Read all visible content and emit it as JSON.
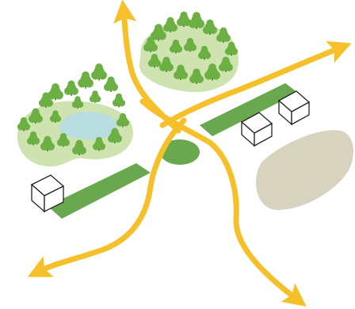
{
  "colors": {
    "background": "#ffffff",
    "path": "#f6c02a",
    "field": "#6aa84f",
    "forest_light": "#cfe3b0",
    "tree": "#6cb043",
    "tree_dark": "#3f7f2a",
    "pond": "#b7dde0",
    "building_fill": "#ffffff",
    "building_stroke": "#222222",
    "sand_area": "#d8d3bf"
  },
  "elements": {
    "paths": 4,
    "houses": 3,
    "fields": 2,
    "forests": 2,
    "pond": 1,
    "central_green": 1,
    "sand_area": 1
  }
}
